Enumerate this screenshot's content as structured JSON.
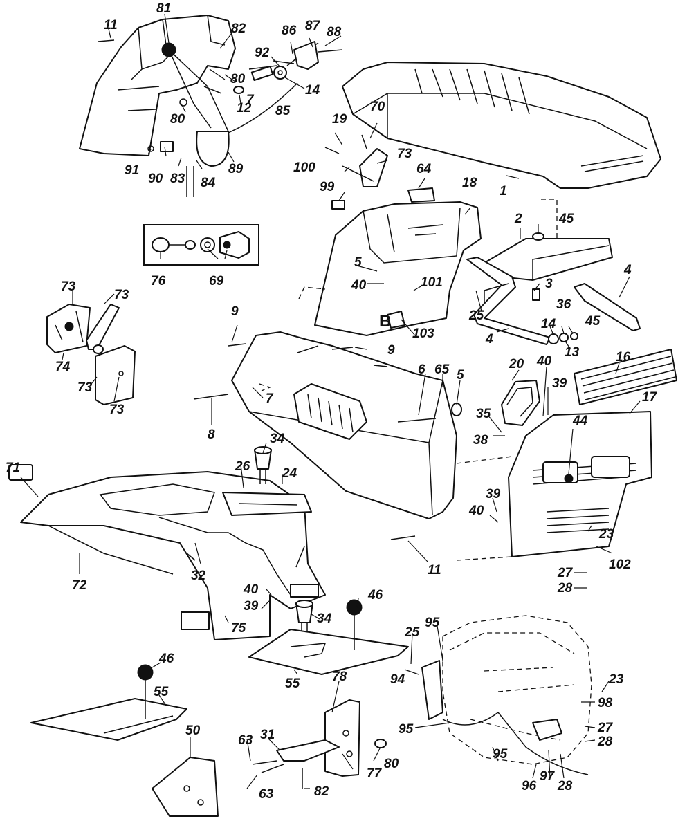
{
  "diagram": {
    "callouts": [
      {
        "id": "c11a",
        "text": "11"
      },
      {
        "id": "c81",
        "text": "81"
      },
      {
        "id": "c82a",
        "text": "82"
      },
      {
        "id": "c86",
        "text": "86"
      },
      {
        "id": "c87",
        "text": "87"
      },
      {
        "id": "c88",
        "text": "88"
      },
      {
        "id": "c92",
        "text": "92"
      },
      {
        "id": "c80a",
        "text": "80"
      },
      {
        "id": "c14a",
        "text": "14"
      },
      {
        "id": "c7a",
        "text": "7"
      },
      {
        "id": "c12",
        "text": "12"
      },
      {
        "id": "c85",
        "text": "85"
      },
      {
        "id": "c80b",
        "text": "80"
      },
      {
        "id": "c91",
        "text": "91"
      },
      {
        "id": "c90",
        "text": "90"
      },
      {
        "id": "c83",
        "text": "83"
      },
      {
        "id": "c84",
        "text": "84"
      },
      {
        "id": "c89",
        "text": "89"
      },
      {
        "id": "c70",
        "text": "70"
      },
      {
        "id": "c19",
        "text": "19"
      },
      {
        "id": "c73a",
        "text": "73"
      },
      {
        "id": "c100",
        "text": "100"
      },
      {
        "id": "c64",
        "text": "64"
      },
      {
        "id": "c1",
        "text": "1"
      },
      {
        "id": "c99",
        "text": "99"
      },
      {
        "id": "c18",
        "text": "18"
      },
      {
        "id": "c2",
        "text": "2"
      },
      {
        "id": "c45a",
        "text": "45"
      },
      {
        "id": "c76",
        "text": "76"
      },
      {
        "id": "c69",
        "text": "69"
      },
      {
        "id": "c5a",
        "text": "5"
      },
      {
        "id": "c40a",
        "text": "40"
      },
      {
        "id": "c101",
        "text": "101"
      },
      {
        "id": "c3",
        "text": "3"
      },
      {
        "id": "c4a",
        "text": "4"
      },
      {
        "id": "c25a",
        "text": "25"
      },
      {
        "id": "c103",
        "text": "103"
      },
      {
        "id": "c4b",
        "text": "4"
      },
      {
        "id": "c14b",
        "text": "14"
      },
      {
        "id": "c36",
        "text": "36"
      },
      {
        "id": "c45b",
        "text": "45"
      },
      {
        "id": "c13",
        "text": "13"
      },
      {
        "id": "c9a",
        "text": "9"
      },
      {
        "id": "c9b",
        "text": "9"
      },
      {
        "id": "c73b",
        "text": "73"
      },
      {
        "id": "c73c",
        "text": "73"
      },
      {
        "id": "c74",
        "text": "74"
      },
      {
        "id": "c73d",
        "text": "73"
      },
      {
        "id": "c73e",
        "text": "73"
      },
      {
        "id": "c16",
        "text": "16"
      },
      {
        "id": "c20",
        "text": "20"
      },
      {
        "id": "c40b",
        "text": "40"
      },
      {
        "id": "c39a",
        "text": "39"
      },
      {
        "id": "c17",
        "text": "17"
      },
      {
        "id": "c6",
        "text": "6"
      },
      {
        "id": "c65",
        "text": "65"
      },
      {
        "id": "c5b",
        "text": "5"
      },
      {
        "id": "c7b",
        "text": "7"
      },
      {
        "id": "c8",
        "text": "8"
      },
      {
        "id": "c35",
        "text": "35"
      },
      {
        "id": "c38",
        "text": "38"
      },
      {
        "id": "c44",
        "text": "44"
      },
      {
        "id": "c34a",
        "text": "34"
      },
      {
        "id": "c26",
        "text": "26"
      },
      {
        "id": "c24",
        "text": "24"
      },
      {
        "id": "c71",
        "text": "71"
      },
      {
        "id": "c39b",
        "text": "39"
      },
      {
        "id": "c40c",
        "text": "40"
      },
      {
        "id": "c23a",
        "text": "23"
      },
      {
        "id": "c102",
        "text": "102"
      },
      {
        "id": "c32",
        "text": "32"
      },
      {
        "id": "c11b",
        "text": "11"
      },
      {
        "id": "c72",
        "text": "72"
      },
      {
        "id": "c27a",
        "text": "27"
      },
      {
        "id": "c28a",
        "text": "28"
      },
      {
        "id": "c40d",
        "text": "40"
      },
      {
        "id": "c39c",
        "text": "39"
      },
      {
        "id": "c46a",
        "text": "46"
      },
      {
        "id": "c34b",
        "text": "34"
      },
      {
        "id": "c75",
        "text": "75"
      },
      {
        "id": "c25b",
        "text": "25"
      },
      {
        "id": "c95a",
        "text": "95"
      },
      {
        "id": "c94",
        "text": "94"
      },
      {
        "id": "c46b",
        "text": "46"
      },
      {
        "id": "c55a",
        "text": "55"
      },
      {
        "id": "c55b",
        "text": "55"
      },
      {
        "id": "c23b",
        "text": "23"
      },
      {
        "id": "c78",
        "text": "78"
      },
      {
        "id": "c98",
        "text": "98"
      },
      {
        "id": "c95b",
        "text": "95"
      },
      {
        "id": "c27b",
        "text": "27"
      },
      {
        "id": "c28b",
        "text": "28"
      },
      {
        "id": "c50",
        "text": "50"
      },
      {
        "id": "c63a",
        "text": "63"
      },
      {
        "id": "c31",
        "text": "31"
      },
      {
        "id": "c80c",
        "text": "80"
      },
      {
        "id": "c77",
        "text": "77"
      },
      {
        "id": "c95c",
        "text": "95"
      },
      {
        "id": "c63b",
        "text": "63"
      },
      {
        "id": "c82b",
        "text": "82"
      },
      {
        "id": "c96",
        "text": "96"
      },
      {
        "id": "c97",
        "text": "97"
      },
      {
        "id": "c28c",
        "text": "28"
      }
    ],
    "view_marker": "B"
  }
}
